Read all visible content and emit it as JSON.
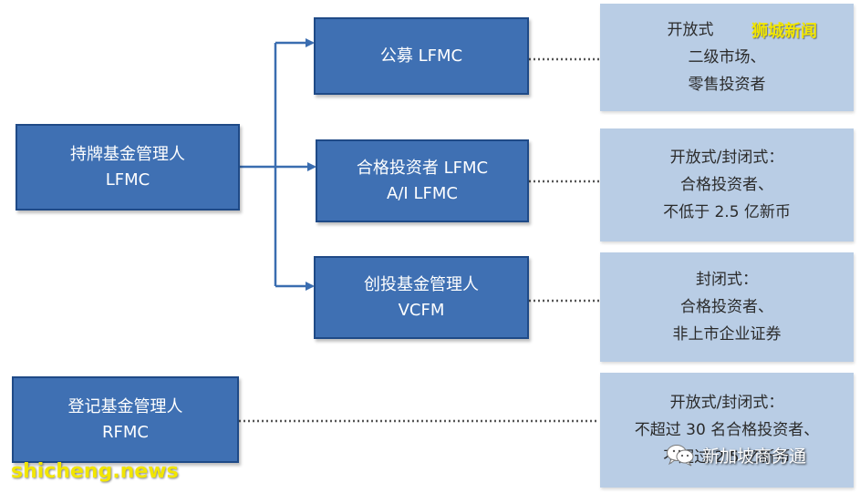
{
  "left_boxes": [
    {
      "line1": "持牌基金管理人",
      "line2": "LFMC"
    },
    {
      "line1": "登记基金管理人",
      "line2": "RFMC"
    }
  ],
  "middle_boxes": [
    {
      "line1": "公募 LFMC",
      "line2": ""
    },
    {
      "line1": "合格投资者 LFMC",
      "line2": "A/I LFMC"
    },
    {
      "line1": "创投基金管理人",
      "line2": "VCFM"
    }
  ],
  "right_panels": [
    {
      "line1": "开放式",
      "line2": "二级市场、",
      "line3": "零售投资者"
    },
    {
      "line1": "开放式/封闭式：",
      "line2": "合格投资者、",
      "line3": "不低于 2.5 亿新币"
    },
    {
      "line1": "封闭式：",
      "line2": "合格投资者、",
      "line3": "非上市企业证券"
    },
    {
      "line1": "开放式/封闭式：",
      "line2": "不超过 30 名合格投资者、",
      "line3": "不超过 2.5 亿新币"
    }
  ],
  "watermarks": {
    "top_right": "狮城新闻",
    "site": "shicheng.news",
    "wechat": "新加坡商务通"
  },
  "colors": {
    "box_fill": "#3f70b3",
    "box_border": "#1f4a87",
    "panel_fill": "#b9cde5",
    "connector": "#3a6db0",
    "dotted": "#555555",
    "watermark": "#f2e600"
  }
}
